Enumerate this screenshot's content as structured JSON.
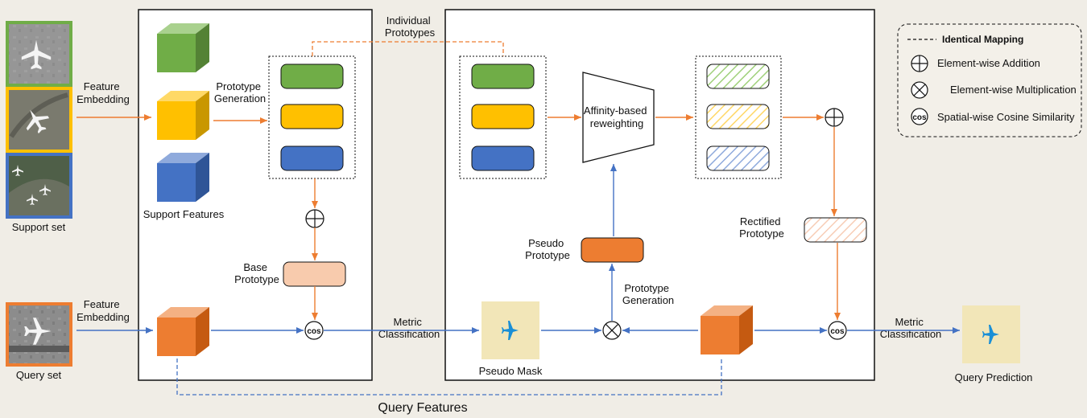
{
  "labels": {
    "feature_embedding": "Feature Embedding",
    "support_set": "Support set",
    "query_set": "Query set",
    "prototype_generation": "Prototype Generation",
    "support_features": "Support Features",
    "base_prototype": "Base Prototype",
    "individual_prototypes": "Individual Prototypes",
    "affinity_reweighting": "Affinity-based reweighting",
    "pseudo_prototype": "Pseudo Prototype",
    "prototype_generation_2": "Prototype Generation",
    "metric_classification": "Metric Classification",
    "pseudo_mask": "Pseudo Mask",
    "rectified_prototype": "Rectified Prototype",
    "query_prediction": "Query Prediction",
    "query_features": "Query Features",
    "cos": "cos"
  },
  "legend": {
    "identical_mapping": "Identical Mapping",
    "element_addition": "Element-wise Addition",
    "element_multiplication": "Element-wise Multiplication",
    "cosine_similarity": "Spatial-wise Cosine Similarity"
  },
  "colors": {
    "green": "#70ad47",
    "yellow": "#ffc000",
    "blue": "#4472c4",
    "orange": "#ed7d31",
    "peach": "#f8cbad",
    "arrow_orange": "#ed7d31",
    "arrow_blue": "#4472c4",
    "mask_bg": "#f2e6b8",
    "plane": "#1a8fd6"
  }
}
